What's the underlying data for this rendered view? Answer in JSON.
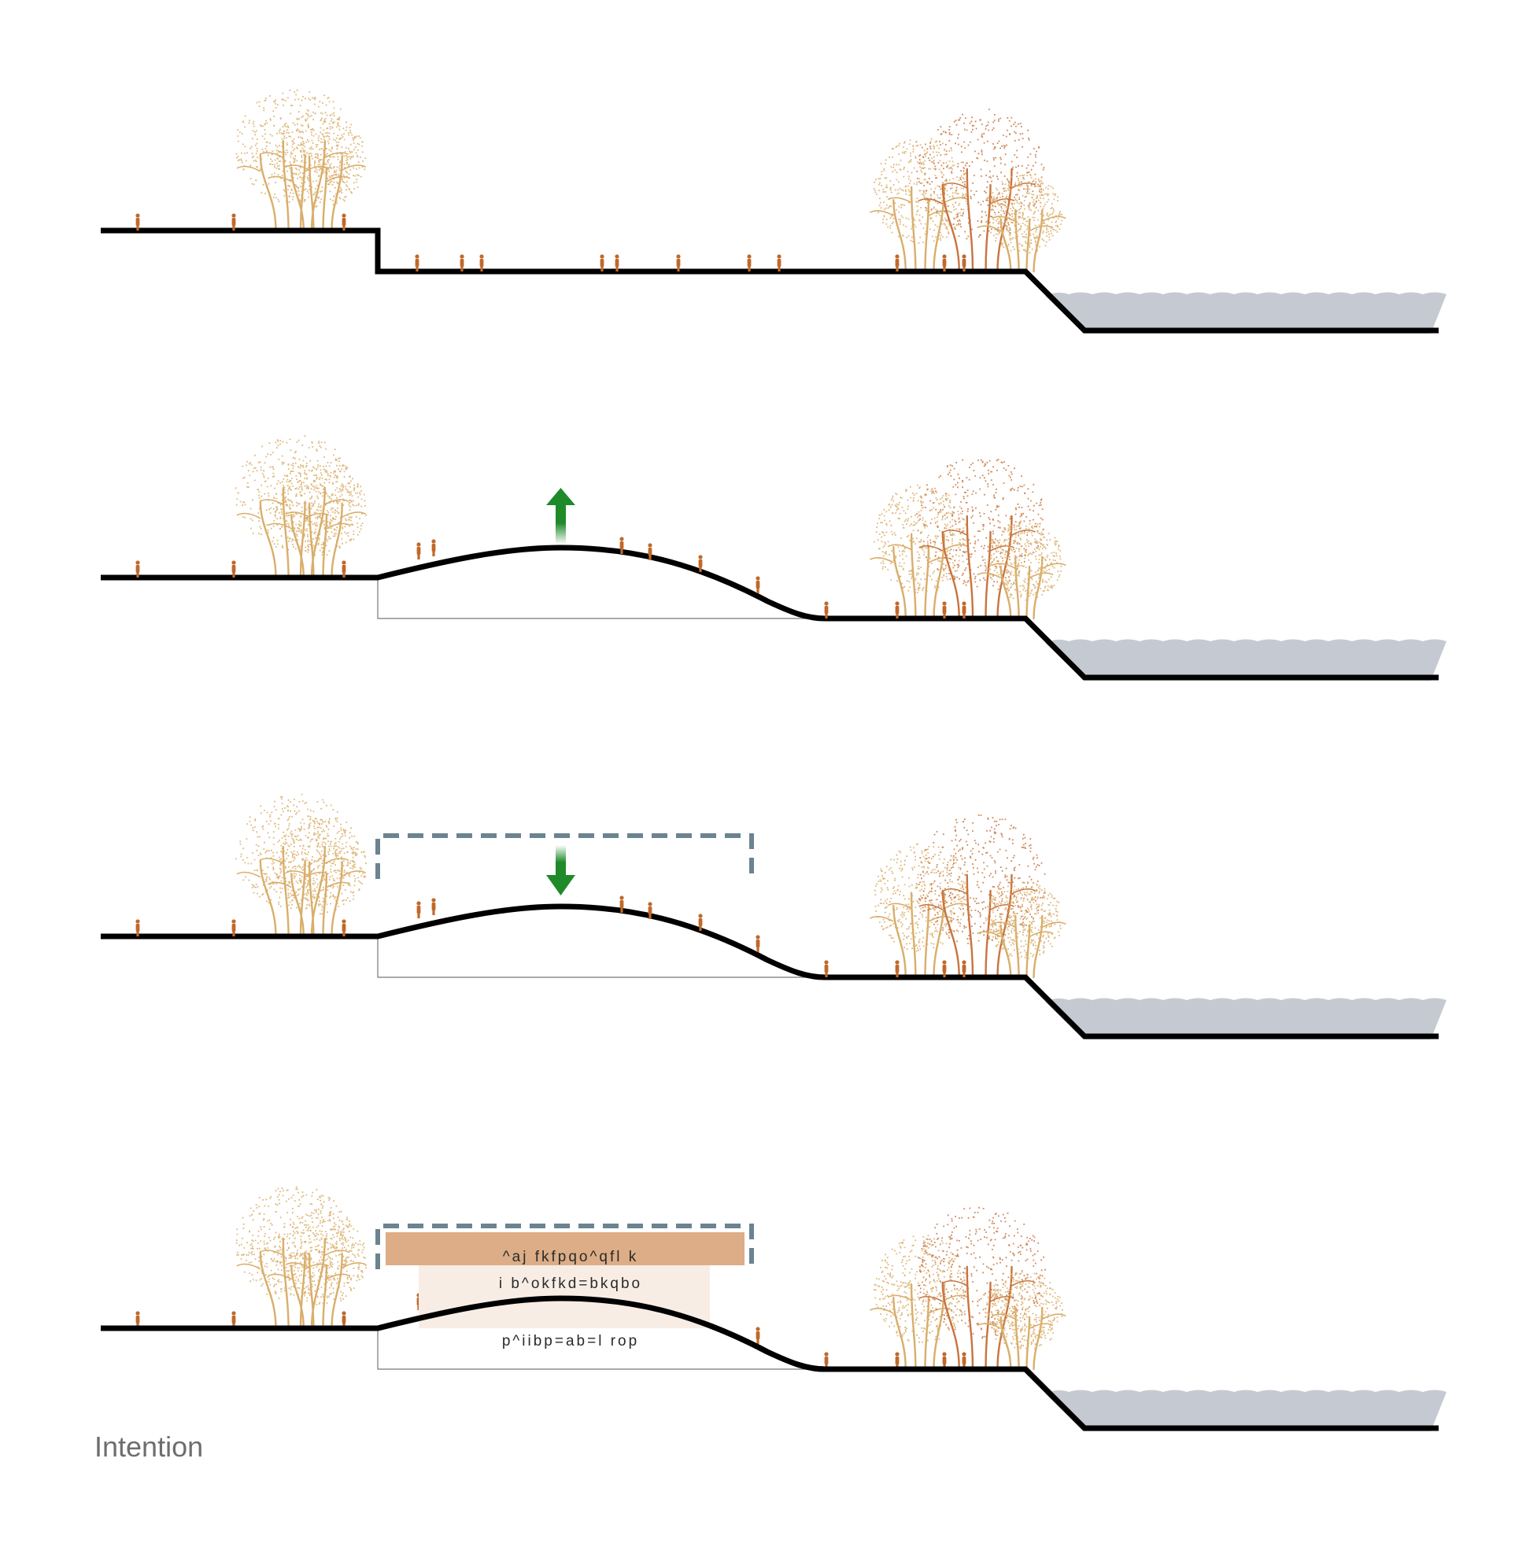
{
  "caption": "Intention",
  "colors": {
    "ground": "#000000",
    "water": "#c5cad2",
    "person": "#c0692a",
    "tree_warm": "#d9ae6a",
    "tree_rust": "#c8743f",
    "arrow": "#1f8a2a",
    "dashed_bracket": "#6c8390",
    "band_top": "#dcad86",
    "band_mid": "#f8ede5"
  },
  "panels": [
    {
      "id": "existing",
      "arrow": "none",
      "bracket": false,
      "labels": false
    },
    {
      "id": "raised-mound",
      "arrow": "up-arrow-icon",
      "bracket": false,
      "labels": false
    },
    {
      "id": "envelope",
      "arrow": "down-arrow-icon",
      "bracket": true,
      "labels": false
    },
    {
      "id": "program",
      "arrow": "none",
      "bracket": true,
      "labels": true
    }
  ],
  "program_labels": {
    "top": "^aj fkfpqo^qfl k",
    "middle": "i b^okfkd=bkqbo",
    "bottom": "p^iibp=ab=l rop"
  }
}
